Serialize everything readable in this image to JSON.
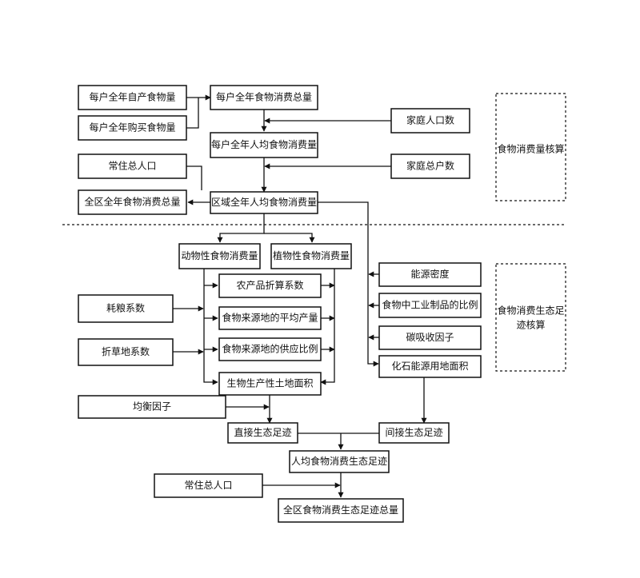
{
  "nodes": {
    "self_food": "每户全年自产食物量",
    "buy_food": "每户全年购买食物量",
    "house_total": "每户全年食物消费总量",
    "house_pc": "每户全年人均食物消费量",
    "family_pop": "家庭人口数",
    "family_total": "家庭总户数",
    "res_pop_top": "常住总人口",
    "region_total": "全区全年食物消费总量",
    "region_pc": "区域全年人均食物消费量",
    "animal": "动物性食物消费量",
    "plant": "植物性食物消费量",
    "agri_factor": "农产品折算系数",
    "avg_yield": "食物来源地的平均产量",
    "supply_ratio": "食物来源地的供应比例",
    "bio_land": "生物生产性土地面积",
    "grain_factor": "耗粮系数",
    "grass_factor": "折草地系数",
    "equil_factor": "均衡因子",
    "energy_density": "能源密度",
    "industrial_ratio": "食物中工业制品的比例",
    "carbon_factor": "碳吸收因子",
    "fossil_land": "化石能源用地面积",
    "direct_ef": "直接生态足迹",
    "indirect_ef": "间接生态足迹",
    "pc_ef": "人均食物消费生态足迹",
    "res_pop_bottom": "常住总人口",
    "region_ef_total": "全区食物消费生态足迹总量"
  },
  "sections": {
    "consumption": "食物消费量核算",
    "footprint_line1": "食物消费生态足",
    "footprint_line2": "迹核算"
  }
}
